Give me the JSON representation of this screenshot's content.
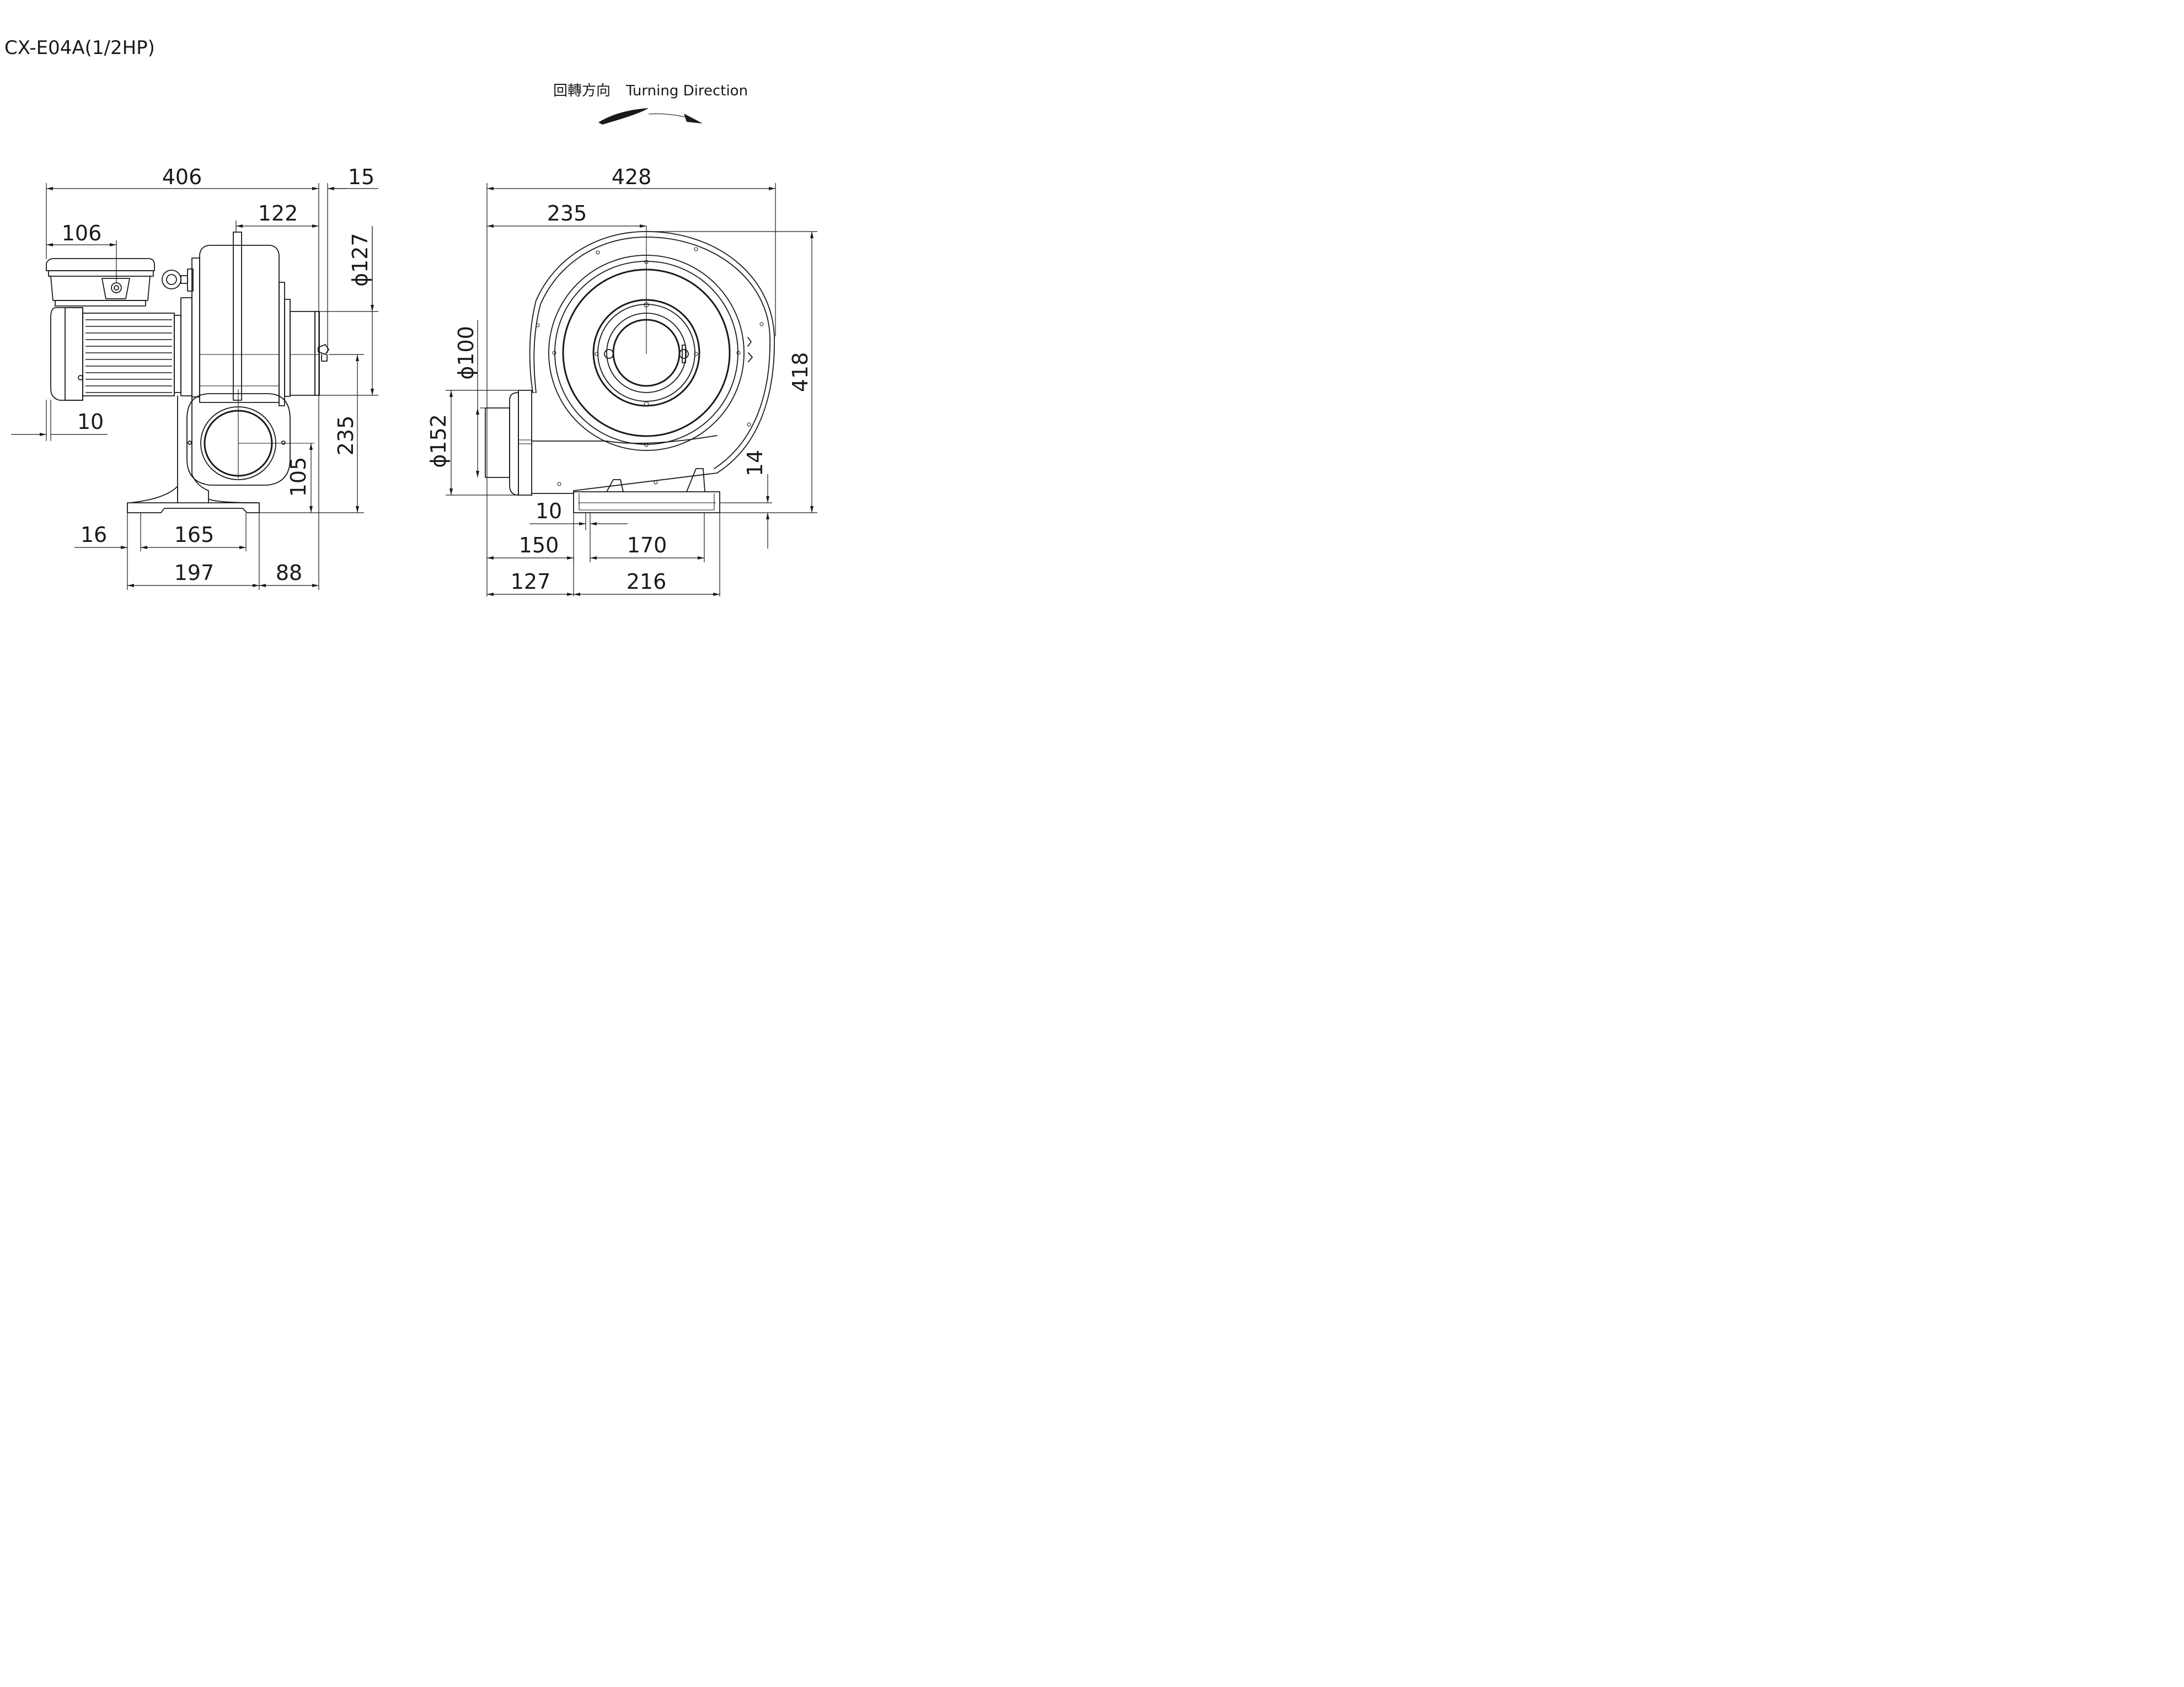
{
  "title": "CX-E04A(1/2HP)",
  "rotation": {
    "label_zh": "回轉方向",
    "label_en": "Turning Direction"
  },
  "side_view": {
    "dims": {
      "d406": "406",
      "d15": "15",
      "d122": "122",
      "d106": "106",
      "d127": "127",
      "d10": "10",
      "d235": "235",
      "d105": "105",
      "d16": "16",
      "d165": "165",
      "d197": "197",
      "d88": "88"
    }
  },
  "front_view": {
    "dims": {
      "d428": "428",
      "d235": "235",
      "d100": "100",
      "d152": "152",
      "d418": "418",
      "d14": "14",
      "d10": "10",
      "d150": "150",
      "d170": "170",
      "d127": "127",
      "d216": "216"
    }
  },
  "diameter_symbol": "ϕ"
}
